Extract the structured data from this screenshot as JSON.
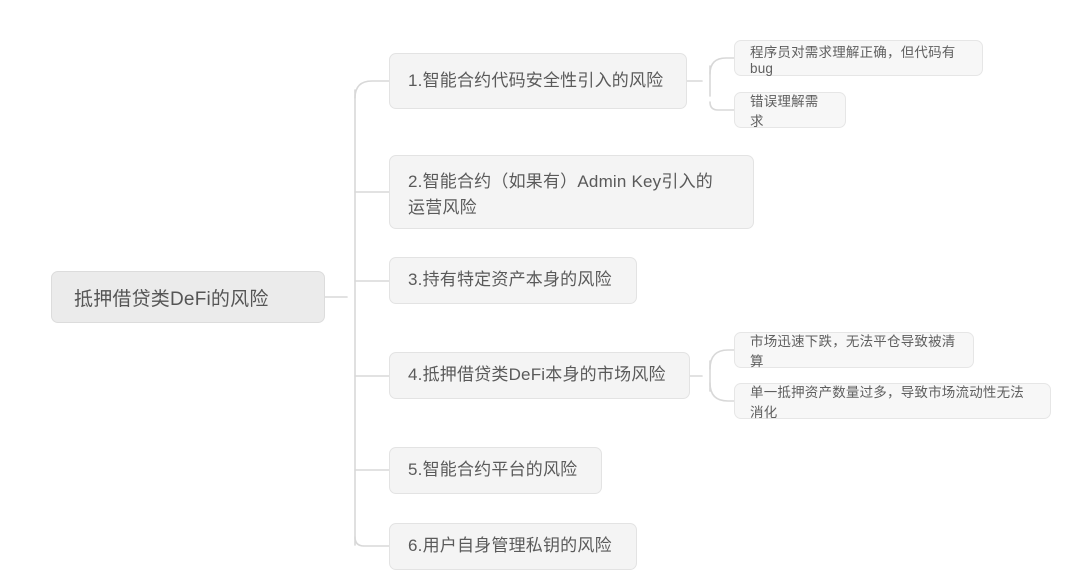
{
  "diagram": {
    "type": "mindmap",
    "title": "抵押借贷类DeFi的风险",
    "colors": {
      "background": "#ffffff",
      "root_fill": "#ebebeb",
      "branch_fill": "#f4f4f4",
      "leaf_fill": "#f7f7f7",
      "node_border": "#e3e3e3",
      "connector": "#d8d8d8",
      "text": "#5a5a5a"
    },
    "root": {
      "label": "抵押借贷类DeFi的风险"
    },
    "branches": [
      {
        "label": "1.智能合约代码安全性引入的风险",
        "children": [
          {
            "label": "程序员对需求理解正确，但代码有bug"
          },
          {
            "label": "错误理解需求"
          }
        ]
      },
      {
        "label": "2.智能合约（如果有）Admin Key引入的\n运营风险",
        "children": []
      },
      {
        "label": "3.持有特定资产本身的风险",
        "children": []
      },
      {
        "label": "4.抵押借贷类DeFi本身的市场风险",
        "children": [
          {
            "label": "市场迅速下跌，无法平仓导致被清算"
          },
          {
            "label": "单一抵押资产数量过多，导致市场流动性无法消化"
          }
        ]
      },
      {
        "label": "5.智能合约平台的风险",
        "children": []
      },
      {
        "label": "6.用户自身管理私钥的风险",
        "children": []
      }
    ]
  }
}
